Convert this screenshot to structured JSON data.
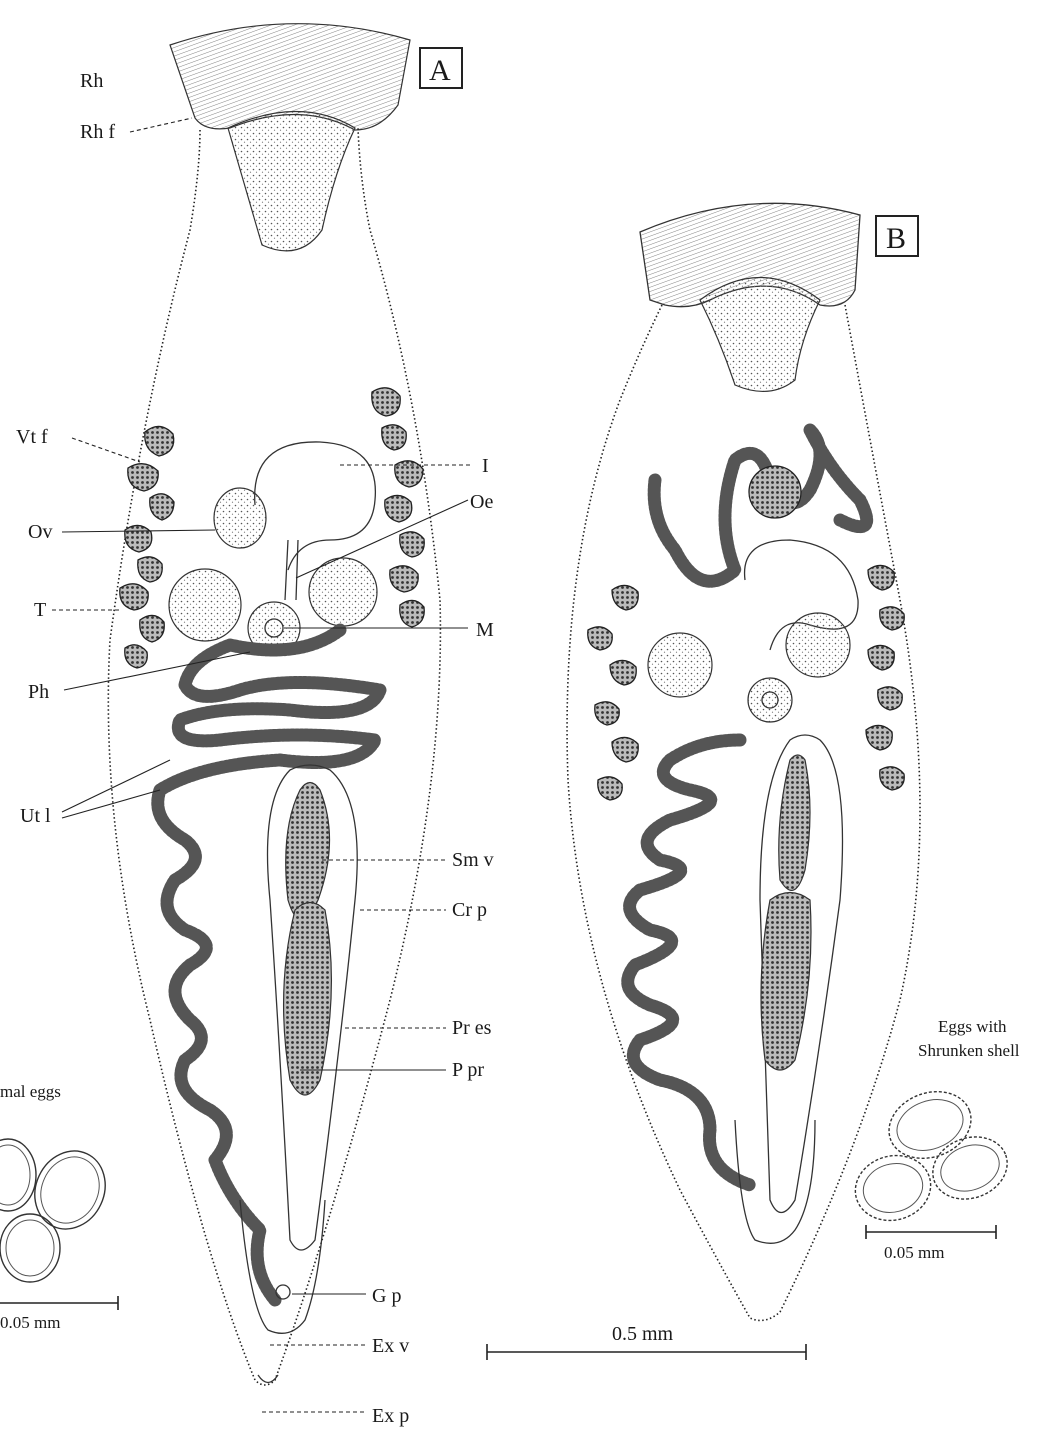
{
  "panels": {
    "a": "A",
    "b": "B"
  },
  "labels": {
    "rh": "Rh",
    "rhf": "Rh f",
    "vtf": "Vt f",
    "ov": "Ov",
    "t": "T",
    "ph": "Ph",
    "utl": "Ut l",
    "i": "I",
    "oe": "Oe",
    "m": "M",
    "smv": "Sm v",
    "crp": "Cr p",
    "pres": "Pr es",
    "ppr": "P pr",
    "gp": "G p",
    "exv": "Ex v",
    "exp": "Ex p"
  },
  "eggs": {
    "left_caption": "mal eggs",
    "right_caption_line1": "Eggs with",
    "right_caption_line2": "Shrunken shell"
  },
  "scales": {
    "eggs_left": "0.05 mm",
    "eggs_right": "0.05  mm",
    "body": "0.5 mm"
  }
}
